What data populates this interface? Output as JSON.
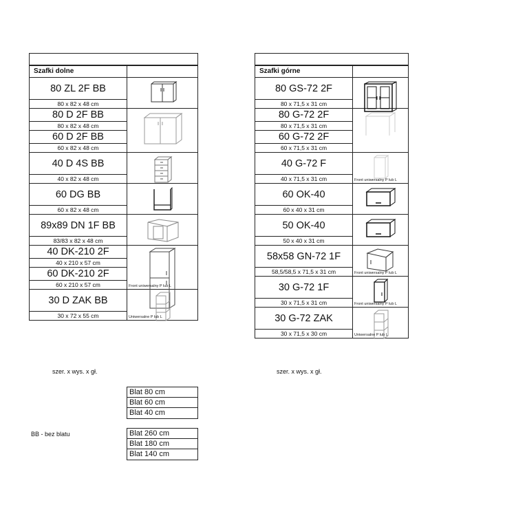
{
  "lower": {
    "header": "Szafki dolne",
    "footer": "szer.  x  wys.  x  gł.",
    "rows": [
      {
        "blocks": [
          {
            "name": "80 ZL 2F BB",
            "dims": "80 x 82 x 48 cm"
          }
        ],
        "icon": "sink-cabinet-icon",
        "note": ""
      },
      {
        "blocks": [
          {
            "name": "80 D 2F BB",
            "dims": "80 x 82 x 48 cm"
          },
          {
            "name": "60 D 2F BB",
            "dims": "60 x 82 x 48 cm"
          }
        ],
        "icon": "base-cabinet-icon",
        "note": ""
      },
      {
        "blocks": [
          {
            "name": "40 D 4S BB",
            "dims": "40 x 82 x 48 cm"
          }
        ],
        "icon": "drawer-cabinet-icon",
        "note": ""
      },
      {
        "blocks": [
          {
            "name": "60 DG BB",
            "dims": "60 x 82 x 48 cm"
          }
        ],
        "icon": "oven-cabinet-icon",
        "note": ""
      },
      {
        "blocks": [
          {
            "name": "89x89 DN 1F BB",
            "dims": "83/83 x 82 x 48 cm"
          }
        ],
        "icon": "corner-cabinet-icon",
        "note": ""
      },
      {
        "blocks": [
          {
            "name": "40 DK-210 2F",
            "dims": "40 x 210 x 57 cm"
          },
          {
            "name": "60 DK-210 2F",
            "dims": "60 x 210 x 57 cm"
          }
        ],
        "icon": "tall-cabinet-icon",
        "note": "Front uniwersalny P lub L"
      },
      {
        "blocks": [
          {
            "name": "30 D ZAK BB",
            "dims": "30 x 72 x 55 cm"
          }
        ],
        "icon": "end-shelf-icon",
        "note": "Uniwersalne P lub L"
      }
    ]
  },
  "upper": {
    "header": "Szafki górne",
    "footer": "szer.  x  wys.  x  gł.",
    "rows": [
      {
        "blocks": [
          {
            "name": "80 GS-72 2F",
            "dims": "80 x 71,5 x 31 cm"
          }
        ],
        "icon": "glass-wall-cabinet-icon",
        "note": ""
      },
      {
        "blocks": [
          {
            "name": "80 G-72  2F",
            "dims": "80 x 71,5 x 31 cm"
          },
          {
            "name": "60 G-72  2F",
            "dims": "60 x 71,5 x 31 cm"
          }
        ],
        "icon": "wall-cabinet-icon",
        "note": ""
      },
      {
        "blocks": [
          {
            "name": "40 G-72  F",
            "dims": "40 x 71,5 x 31 cm"
          }
        ],
        "icon": "single-wall-cabinet-icon",
        "note": "Front uniwersalny P lub L"
      },
      {
        "blocks": [
          {
            "name": "60 OK-40",
            "dims": "60 x 40 x 31 cm"
          }
        ],
        "icon": "hood-cabinet-icon",
        "note": ""
      },
      {
        "blocks": [
          {
            "name": "50 OK-40",
            "dims": "50 x 40 x 31 cm"
          }
        ],
        "icon": "hood-cabinet-icon",
        "note": ""
      },
      {
        "blocks": [
          {
            "name": "58x58 GN-72 1F",
            "dims": "58,5/58,5 x 71,5 x 31 cm"
          }
        ],
        "icon": "corner-wall-cabinet-icon",
        "note": "Front uniwersalny P lub L"
      },
      {
        "blocks": [
          {
            "name": "30 G-72 1F",
            "dims": "30 x 71,5 x 31 cm"
          }
        ],
        "icon": "narrow-wall-cabinet-icon",
        "note": "Front uniwersalny P lub L"
      },
      {
        "blocks": [
          {
            "name": "30 G-72 ZAK",
            "dims": "30 x 71,5 x 30 cm"
          }
        ],
        "icon": "end-shelf-icon",
        "note": "Uniwersalne P lub L"
      }
    ]
  },
  "worktops_a": [
    "Blat 80 cm",
    "Blat 60 cm",
    "Blat 40 cm"
  ],
  "worktops_b": [
    "Blat 260 cm",
    "Blat 180 cm",
    "Blat 140 cm"
  ],
  "legend": "BB - bez blatu"
}
